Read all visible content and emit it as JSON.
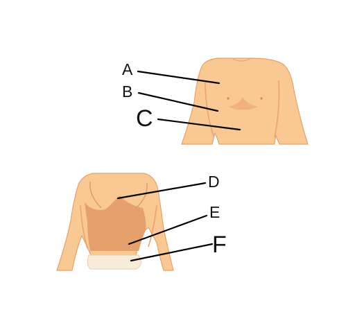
{
  "labels": {
    "a": "A",
    "b": "B",
    "c": "C",
    "d": "D",
    "e": "E",
    "f": "F"
  },
  "colors": {
    "skin_light": "#f9c893",
    "skin_mid": "#efb27e",
    "skin_shadow": "#e8a56e",
    "back_shaded": "#e6a06b",
    "waistband": "#f7ecd9",
    "waistband_edge": "#e7d4b6",
    "leader_line": "#000000"
  },
  "icons": {
    "front_torso": "front-torso-illustration",
    "back_torso": "back-torso-illustration"
  }
}
